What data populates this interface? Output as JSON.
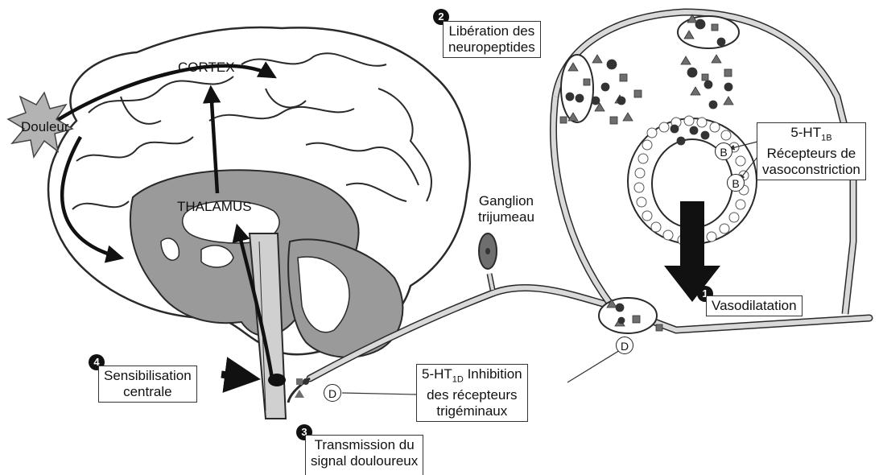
{
  "labels": {
    "cortex": "CORTEX",
    "douleur": "Douleur",
    "thalamus": "THALAMUS",
    "ganglion": [
      "Ganglion",
      "trijumeau"
    ],
    "liberation": {
      "number": "2",
      "lines": [
        "Libération des",
        "neuropeptides"
      ]
    },
    "vasodilatation": {
      "number": "1",
      "text": "Vasodilatation"
    },
    "sensibilisation": {
      "number": "4",
      "lines": [
        "Sensibilisation",
        "centrale"
      ]
    },
    "transmission": {
      "number": "3",
      "lines": [
        "Transmission du",
        "signal douloureux"
      ]
    },
    "ht1b": {
      "prefix": "5-HT",
      "sub": "1B",
      "lines": [
        "Récepteurs de",
        "vasoconstriction"
      ]
    },
    "ht1d": {
      "prefix": "5-HT",
      "sub": "1D",
      "suffix": " Inhibition",
      "lines": [
        "des récepteurs",
        "trigéminaux"
      ]
    },
    "receptor_b": "B",
    "receptor_d": "D"
  },
  "colors": {
    "brain_fill": "#ffffff",
    "inner_gray": "#9a9a9a",
    "dark_gray": "#6e6e6e",
    "nerve": "#d9d9d9",
    "outline": "#2a2a2a",
    "arrow": "#111111"
  }
}
